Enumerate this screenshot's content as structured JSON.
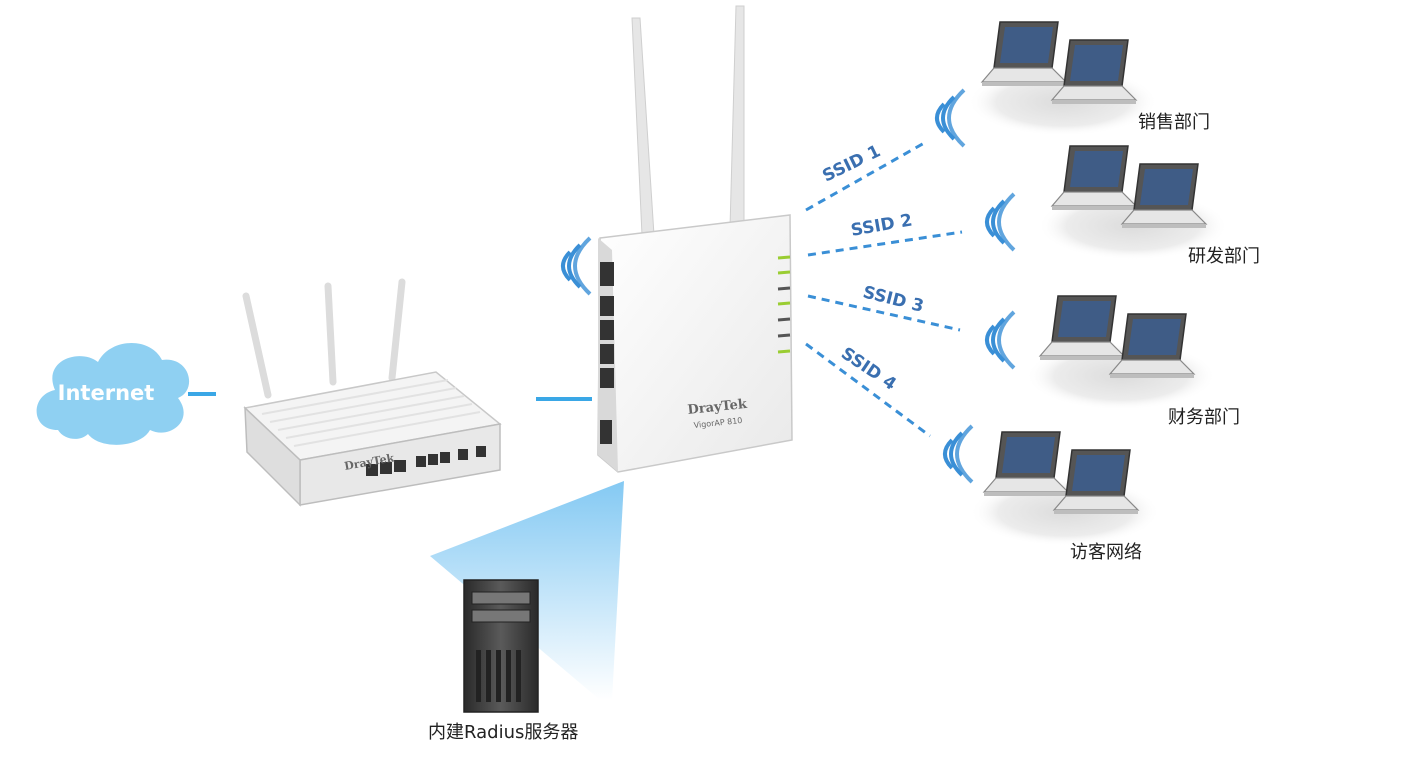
{
  "cloud": {
    "label": "Internet"
  },
  "router": {
    "brand": "DrayTek"
  },
  "access_point": {
    "brand": "DrayTek",
    "model": "VigorAP 810"
  },
  "ssids": [
    {
      "label": "SSID 1"
    },
    {
      "label": "SSID 2"
    },
    {
      "label": "SSID 3"
    },
    {
      "label": "SSID 4"
    }
  ],
  "groups": [
    {
      "label": "销售部门"
    },
    {
      "label": "研发部门"
    },
    {
      "label": "财务部门"
    },
    {
      "label": "访客网络"
    }
  ],
  "server": {
    "label": "内建Radius服务器"
  },
  "colors": {
    "cloud": "#8fd0f2",
    "link": "#3aa7e6",
    "ssid": "#3a6fb0",
    "wave": "#3a8fd6"
  }
}
